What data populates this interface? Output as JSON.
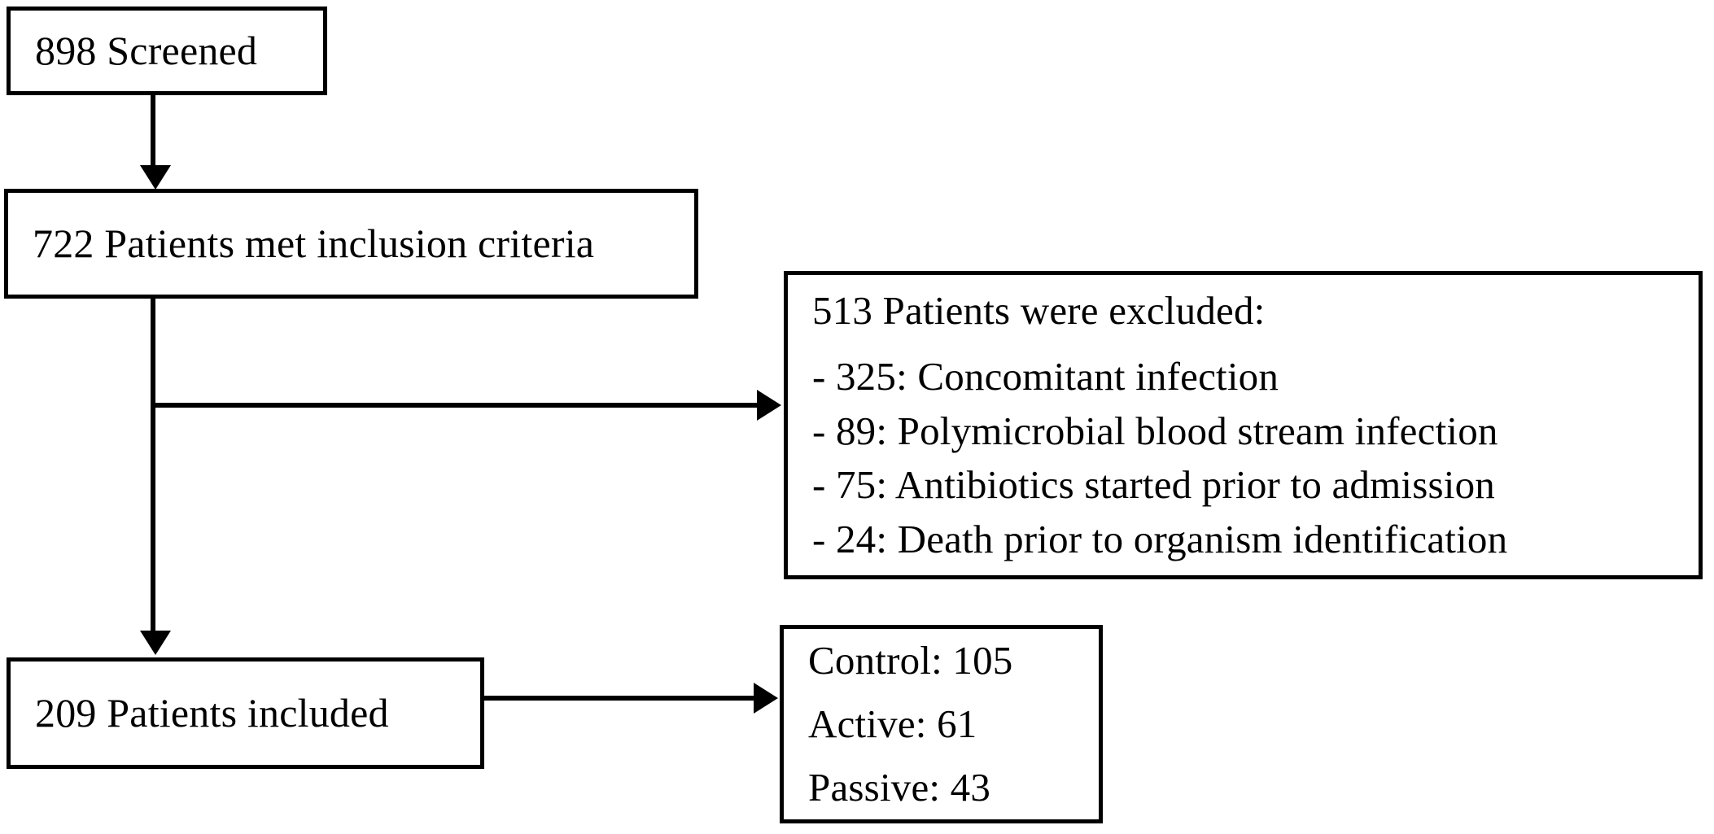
{
  "diagram": {
    "type": "patient-flow-chart",
    "nodes": {
      "screened": {
        "label": "898 Screened",
        "count": 898
      },
      "inclusion": {
        "label": "722 Patients met inclusion criteria",
        "count": 722
      },
      "excluded": {
        "title": "513 Patients were excluded:",
        "count": 513,
        "reasons": [
          "- 325: Concomitant infection",
          "- 89: Polymicrobial blood stream infection",
          "- 75: Antibiotics started prior to admission",
          "- 24: Death prior to organism identification"
        ]
      },
      "included": {
        "label": "209 Patients included",
        "count": 209
      },
      "groups": {
        "lines": [
          "Control: 105",
          "Active: 61",
          "Passive: 43"
        ]
      }
    },
    "colors": {
      "stroke": "#000000",
      "fill": "#ffffff",
      "text": "#000000"
    }
  }
}
